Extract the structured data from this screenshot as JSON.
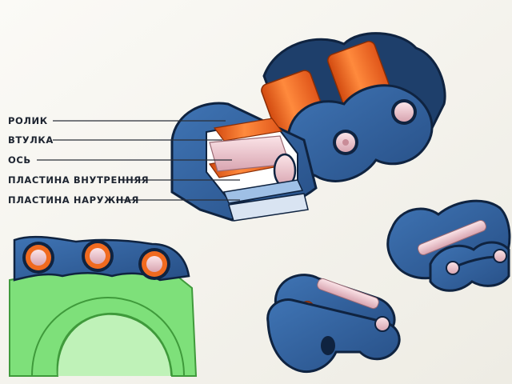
{
  "labels": {
    "roller": "РОЛИК",
    "bushing": "ВТУЛКА",
    "pin": "ОСЬ",
    "inner_plate": "ПЛАСТИНА ВНУТРЕННЯЯ",
    "outer_plate": "ПЛАСТИНА НАРУЖНАЯ"
  },
  "colors": {
    "plate_blue": "#2f5f9a",
    "plate_edge": "#0f2340",
    "roller_orange": "#f06a1f",
    "roller_light": "#ff9a55",
    "pin_pink": "#f3c6cf",
    "sprocket_green": "#7ee07a",
    "background": "#f6f4ee"
  }
}
